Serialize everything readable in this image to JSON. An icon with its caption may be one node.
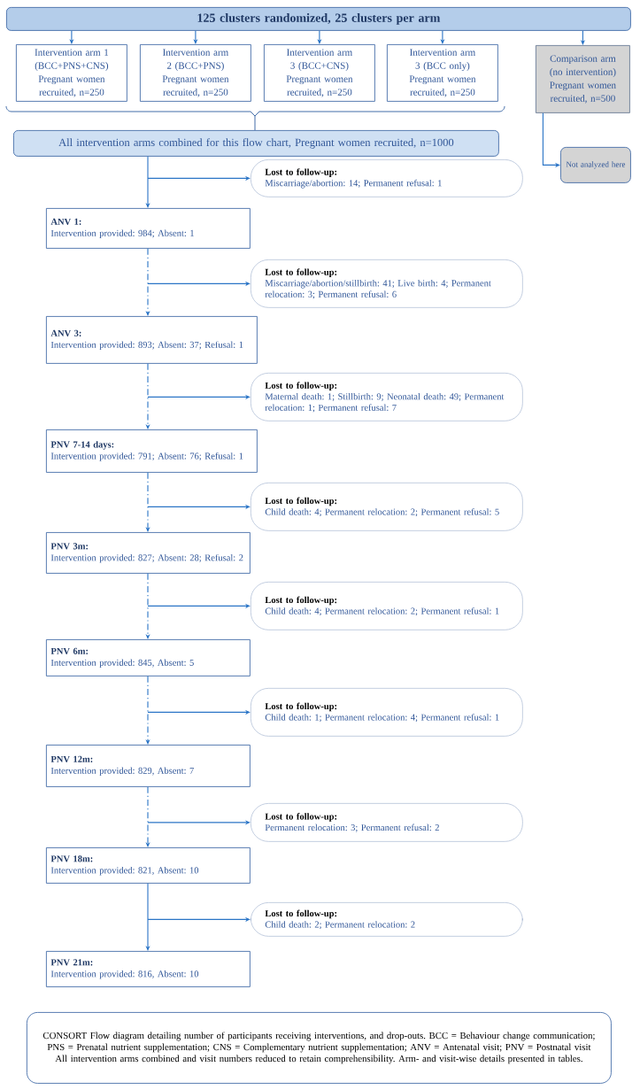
{
  "diagram": {
    "nodes": [
      {
        "text": [
          "125 clusters randomized, 25 clusters per arm"
        ]
      },
      {
        "text": [
          "Intervention arm 1 (BCC+PNS+CNS) Pregnant women recruited, n=250"
        ]
      },
      {
        "text": [
          "Intervention arm 2 (BCC+PNS) Pregnant women recruited, n=250"
        ]
      },
      {
        "text": [
          "Intervention arm 3 (BCC+CNS) Pregnant women recruited, n=250"
        ]
      },
      {
        "text": [
          "Intervention arm 3 (BCC only) Pregnant women recruited, n=250"
        ]
      },
      {
        "text": [
          "Comparison arm (no intervention) Pregnant women recruited, n=500"
        ]
      },
      {
        "text": [
          "All intervention arms combined for this flow chart, Pregnant women recruited, n=1000"
        ]
      },
      {
        "text": [
          "Not analyzed here"
        ]
      },
      {
        "text": [
          "Lost to follow-up:",
          "Miscarriage/abortion: 14; Permanent refusal: 1"
        ]
      },
      {
        "text": [
          "ANV 1:",
          "Intervention provided: 984; Absent: 1"
        ]
      },
      {
        "text": [
          "Lost to follow-up:",
          "Miscarriage/abortion/stillbirth: 41; Live birth: 4; Permanent relocation: 3; Permanent refusal: 6"
        ]
      },
      {
        "text": [
          "ANV 3:",
          "Intervention provided: 893; Absent: 37; Refusal: 1"
        ]
      },
      {
        "text": [
          "Lost to follow-up:",
          "Maternal death: 1; Stillbirth: 9; Neonatal death: 49; Permanent relocation: 1; Permanent refusal: 7"
        ]
      },
      {
        "text": [
          "PNV 7-14 days:",
          "Intervention provided: 791; Absent: 76; Refusal: 1"
        ]
      },
      {
        "text": [
          "Lost to follow-up:",
          "Child death: 4; Permanent relocation: 2; Permanent refusal: 5"
        ]
      },
      {
        "text": [
          "PNV 3m:",
          "Intervention provided: 827; Absent: 28; Refusal: 2"
        ]
      },
      {
        "text": [
          "Lost to follow-up:",
          "Child death: 4; Permanent relocation: 2; Permanent refusal: 1"
        ]
      },
      {
        "text": [
          "PNV 6m:",
          "Intervention provided: 845, Absent: 5"
        ]
      },
      {
        "text": [
          "Lost to follow-up:",
          "Child death: 1; Permanent relocation: 4; Permanent refusal: 1"
        ]
      },
      {
        "text": [
          "PNV 12m:",
          "Intervention provided: 829, Absent: 7"
        ]
      },
      {
        "text": [
          "Lost to follow-up:",
          "Permanent relocation: 3; Permanent refusal: 2"
        ]
      },
      {
        "text": [
          "PNV 18m:",
          "Intervention provided: 821, Absent: 10"
        ]
      },
      {
        "text": [
          "Lost to follow-up:",
          "Child death: 2; Permanent relocation: 2"
        ]
      },
      {
        "text": [
          "PNV 21m:",
          "Intervention provided: 816, Absent: 10"
        ]
      },
      {
        "text": [
          "CONSORT Flow diagram detailing number of participants receiving interventions, and drop-outs. BCC = Behaviour change communication; PNS = Prenatal nutrient supplementation; CNS = Complementary nutrient supplementation; ANV = Antenatal visit; PNV = Postnatal visit",
          "All intervention arms combined and visit numbers reduced to retain comprehensibility. Arm- and visit-wise details presented in tables."
        ]
      }
    ],
    "edges": [
      {
        "from": 0,
        "to": 1,
        "arrow": "to"
      },
      {
        "from": 0,
        "to": 2,
        "arrow": "to"
      },
      {
        "from": 0,
        "to": 3,
        "arrow": "to"
      },
      {
        "from": 0,
        "to": 4,
        "arrow": "to"
      },
      {
        "from": 0,
        "to": 5,
        "arrow": "to"
      },
      {
        "from": null,
        "to": 6,
        "arrow": "none"
      },
      {
        "from": 5,
        "to": 7,
        "arrow": "to"
      },
      {
        "from": 6,
        "to": 9,
        "arrow": "to"
      },
      {
        "from": null,
        "to": 8,
        "arrow": "to"
      },
      {
        "from": 9,
        "to": 11,
        "arrow": "to",
        "style": "dashed"
      },
      {
        "from": null,
        "to": 10,
        "arrow": "to"
      },
      {
        "from": 11,
        "to": 13,
        "arrow": "to",
        "style": "dashed"
      },
      {
        "from": null,
        "to": 12,
        "arrow": "to"
      },
      {
        "from": 13,
        "to": 15,
        "arrow": "to",
        "style": "dashed"
      },
      {
        "from": null,
        "to": 14,
        "arrow": "to"
      },
      {
        "from": 15,
        "to": 17,
        "arrow": "to",
        "style": "dashed"
      },
      {
        "from": null,
        "to": 16,
        "arrow": "to"
      },
      {
        "from": 17,
        "to": 19,
        "arrow": "to",
        "style": "dashed"
      },
      {
        "from": null,
        "to": 18,
        "arrow": "to"
      },
      {
        "from": 19,
        "to": 21,
        "arrow": "to",
        "style": "dashed"
      },
      {
        "from": null,
        "to": 20,
        "arrow": "to"
      },
      {
        "from": 21,
        "to": 23,
        "arrow": "to"
      },
      {
        "from": null,
        "to": 22,
        "arrow": "to"
      }
    ]
  }
}
